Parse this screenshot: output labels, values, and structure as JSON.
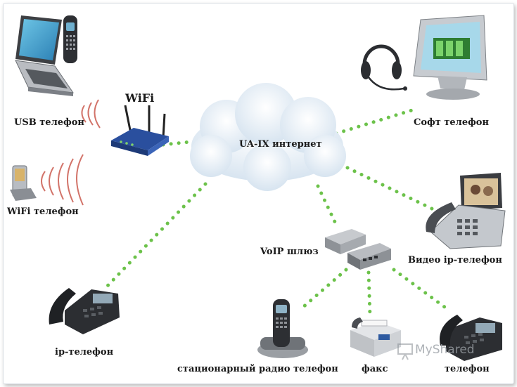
{
  "labels": {
    "wifi": "WiFi",
    "internet": "UA-IX интернет",
    "usb_phone": "USB телефон",
    "wifi_phone": "WiFi телефон",
    "soft_phone": "Софт телефон",
    "video_phone": "Видео ip-телефон",
    "voip_gateway": "VoIP шлюз",
    "ip_phone": "ip-телефон",
    "cordless_phone": "стационарный радио телефон",
    "fax": "факс",
    "phone": "телефон"
  },
  "watermark": "MyShared",
  "colors": {
    "link_dots": "#6cc24a",
    "cloud": "#e8f0f7",
    "wifi_waves": "#c0392b",
    "router": "#2a4f9e"
  },
  "icons": [
    "laptop-icon",
    "usb-phone-handset-icon",
    "wifi-router-icon",
    "smartphone-icon",
    "cloud-icon",
    "headset-icon",
    "monitor-icon",
    "video-phone-icon",
    "voip-gateway-icon",
    "ip-desk-phone-icon",
    "cordless-phone-icon",
    "fax-machine-icon",
    "desk-phone-icon",
    "slideshow-watermark-icon"
  ]
}
